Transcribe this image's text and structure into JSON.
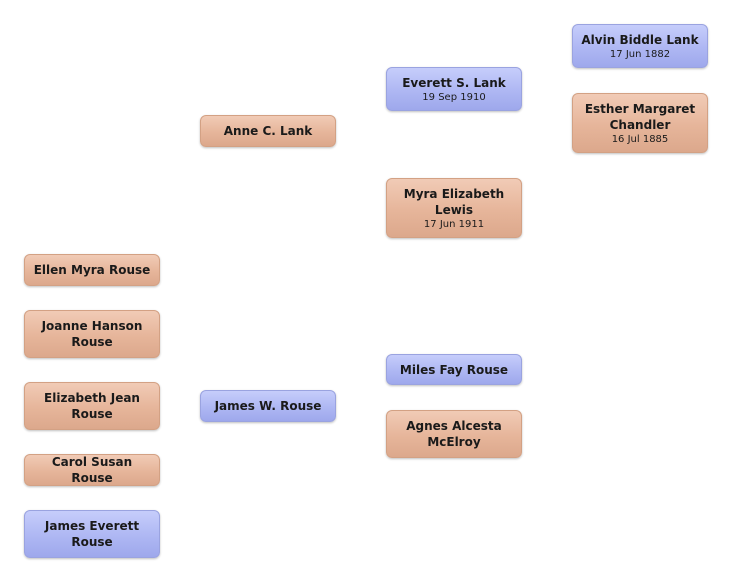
{
  "people": {
    "alvin": {
      "name": "Alvin Biddle  Lank",
      "date": "17 Jun 1882"
    },
    "esther": {
      "name": "Esther Margaret\nChandler",
      "date": "16 Jul 1885"
    },
    "everett": {
      "name": "Everett S.  Lank",
      "date": "19 Sep 1910"
    },
    "myra": {
      "name": "Myra Elizabeth\nLewis",
      "date": "17 Jun 1911"
    },
    "anne": {
      "name": "Anne C.  Lank"
    },
    "miles": {
      "name": "Miles Fay  Rouse"
    },
    "agnes": {
      "name": "Agnes Alcesta\nMcElroy"
    },
    "james_w": {
      "name": "James W.  Rouse"
    },
    "ellen": {
      "name": "Ellen Myra  Rouse"
    },
    "joanne": {
      "name": "Joanne Hanson\nRouse"
    },
    "elizabeth": {
      "name": "Elizabeth Jean\nRouse"
    },
    "carol": {
      "name": "Carol Susan  Rouse"
    },
    "james_everett": {
      "name": "James Everett\nRouse"
    }
  },
  "colors": {
    "male": "#aeb7f3",
    "female": "#e6b59a"
  }
}
